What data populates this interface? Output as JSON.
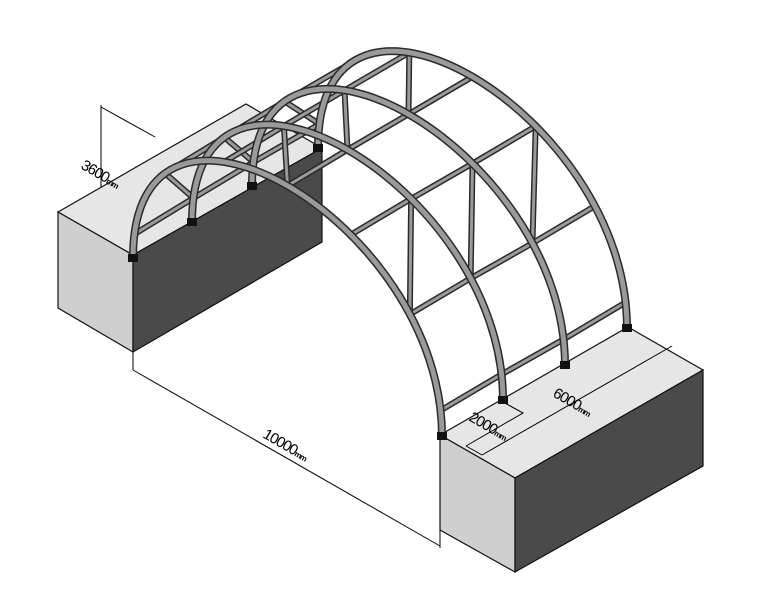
{
  "colors": {
    "block_top": "#e6e6e6",
    "block_front": "#cfcfcf",
    "block_side": "#4a4a4a",
    "frame": "#2a2a2a",
    "frame_fill": "#9a9a9a"
  },
  "dimensions": {
    "height": {
      "value": "3600",
      "unit": "mm"
    },
    "span": {
      "value": "10000",
      "unit": "mm"
    },
    "block_width": {
      "value": "2000",
      "unit": "mm"
    },
    "block_length": {
      "value": "6000",
      "unit": "mm"
    }
  }
}
